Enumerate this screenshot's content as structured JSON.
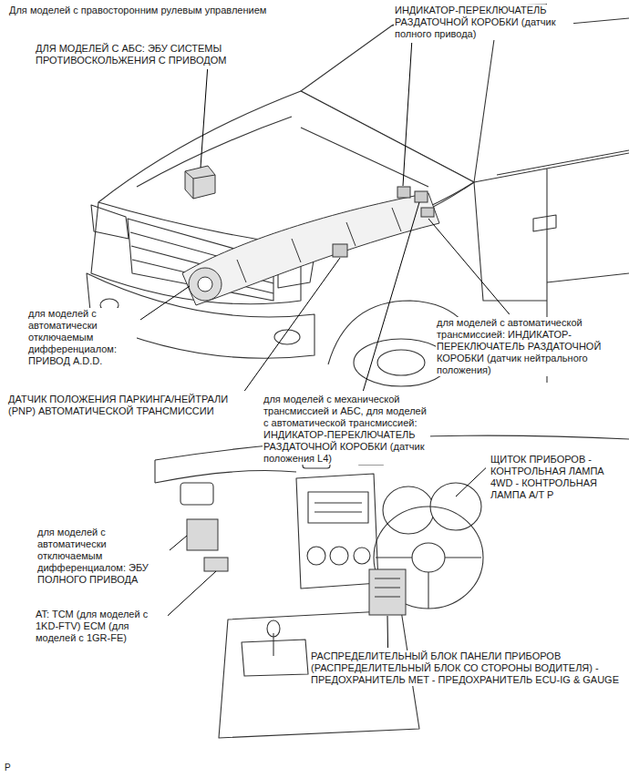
{
  "diagram": {
    "title": "Для моделей с правосторонним рулевым управлением",
    "labels": [
      "ДЛЯ МОДЕЛЕЙ С АБС: ЭБУ СИСТЕМЫ ПРОТИВОСКОЛЬЖЕНИЯ С ПРИВОДОМ",
      "ИНДИКАТОР-ПЕРЕКЛЮЧАТЕЛЬ РАЗДАТОЧНОЙ КОРОБКИ (датчик полного привода)",
      "для моделей с автоматически отключаемым дифференциалом: ПРИВОД A.D.D.",
      "для моделей с автоматической трансмиссией: ИНДИКАТОР-ПЕРЕКЛЮЧАТЕЛЬ РАЗДАТОЧНОЙ КОРОБКИ (датчик нейтрального положения)",
      "ДАТЧИК ПОЛОЖЕНИЯ ПАРКИНГА/НЕЙТРАЛИ (PNP) АВТОМАТИЧЕСКОЙ ТРАНСМИССИИ",
      "для моделей с механической трансмиссией и АБС, для моделей с автоматической трансмиссией: ИНДИКАТОР-ПЕРЕКЛЮЧАТЕЛЬ РАЗДАТОЧНОЙ КОРОБКИ (датчик положения L4)",
      "ЩИТОК ПРИБОРОВ - КОНТРОЛЬНАЯ ЛАМПА 4WD - КОНТРОЛЬНАЯ ЛАМПА A/T P",
      "для моделей с автоматически отключаемым дифференциалом: ЭБУ ПОЛНОГО ПРИВОДА",
      "AT: TCM (для моделей с 1KD-FTV) ECM (для моделей с 1GR-FE)",
      "РАСПРЕДЕЛИТЕЛЬНЫЙ БЛОК ПАНЕЛИ ПРИБОРОВ (РАСПРЕДЕЛИТЕЛЬНЫЙ БЛОК СО СТОРОНЫ ВОДИТЕЛЯ) - ПРЕДОХРАНИТЕЛЬ MET - ПРЕДОХРАНИТЕЛЬ ECU-IG & GAUGE",
      "P"
    ]
  }
}
